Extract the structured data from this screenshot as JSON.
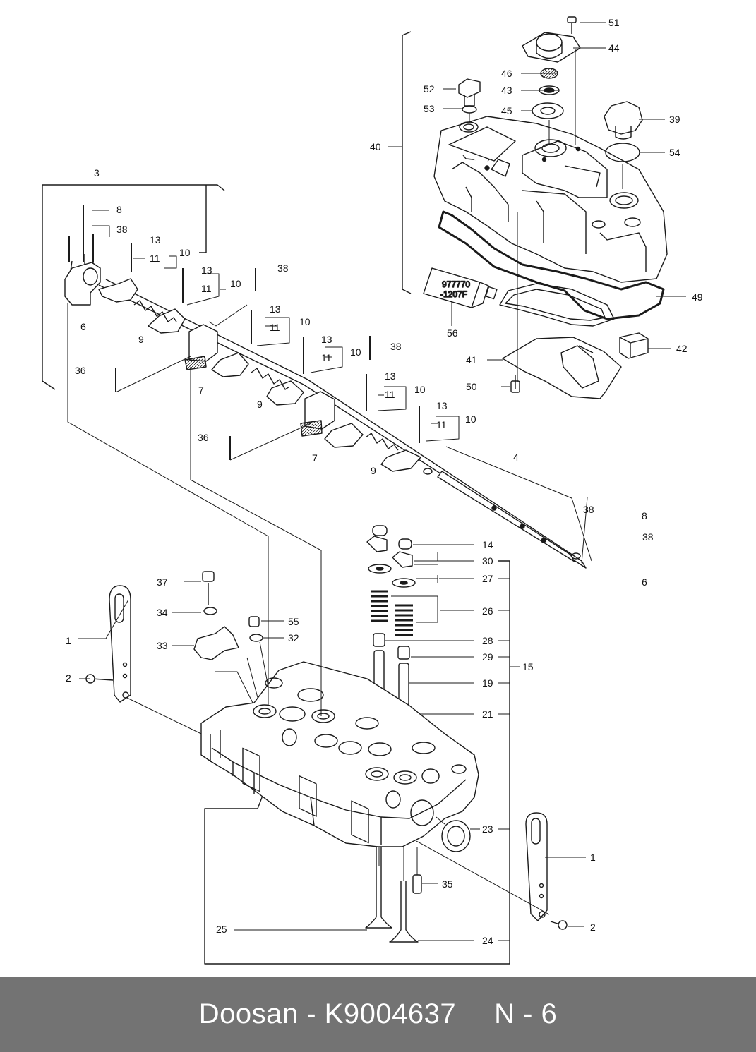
{
  "footer": {
    "brand": "Doosan",
    "separator": "-",
    "part_number": "K9004637",
    "page_ref": "N - 6"
  },
  "sealant_tube": {
    "line1": "977770",
    "line2": "-1207F"
  },
  "callouts": {
    "c51": "51",
    "c44": "44",
    "c46": "46",
    "c52": "52",
    "c43": "43",
    "c53": "53",
    "c45": "45",
    "c39": "39",
    "c40": "40",
    "c54": "54",
    "c3": "3",
    "c8a": "8",
    "c38a": "38",
    "c13a": "13",
    "c11a": "11",
    "c10a": "10",
    "c13b": "13",
    "c38b": "38",
    "c11b": "11",
    "c10b": "10",
    "c6a": "6",
    "c9a": "9",
    "c13c": "13",
    "c11c": "11",
    "c10c": "10",
    "c13d": "13",
    "c38c": "38",
    "c11d": "11",
    "c10d": "10",
    "c36a": "36",
    "c7a": "7",
    "c9b": "9",
    "c49": "49",
    "c56": "56",
    "c42": "42",
    "c41": "41",
    "c50": "50",
    "c13e": "13",
    "c11e": "11",
    "c10e": "10",
    "c13f": "13",
    "c11f": "11",
    "c10f": "10",
    "c36b": "36",
    "c7b": "7",
    "c9c": "9",
    "c4": "4",
    "c38d": "38",
    "c8b": "8",
    "c38e": "38",
    "c6b": "6",
    "c14": "14",
    "c30": "30",
    "c27": "27",
    "c26": "26",
    "c37": "37",
    "c34": "34",
    "c55": "55",
    "c32": "32",
    "c33": "33",
    "c28": "28",
    "c29": "29",
    "c15": "15",
    "c19": "19",
    "c1a": "1",
    "c2a": "2",
    "c21": "21",
    "c23": "23",
    "c1b": "1",
    "c35": "35",
    "c2b": "2",
    "c25": "25",
    "c24": "24"
  }
}
